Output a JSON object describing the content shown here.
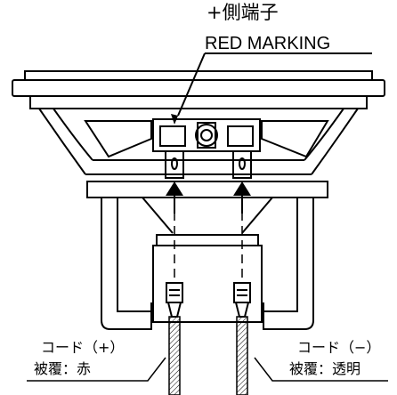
{
  "labels": {
    "positive_terminal_jp": "+側端子",
    "red_marking": "RED MARKING",
    "cord_positive": "コード（+）",
    "covering_red": "被覆：赤",
    "cord_negative": "コード（−）",
    "covering_clear": "被覆：透明"
  },
  "colors": {
    "line": "#000000",
    "background": "#ffffff"
  }
}
